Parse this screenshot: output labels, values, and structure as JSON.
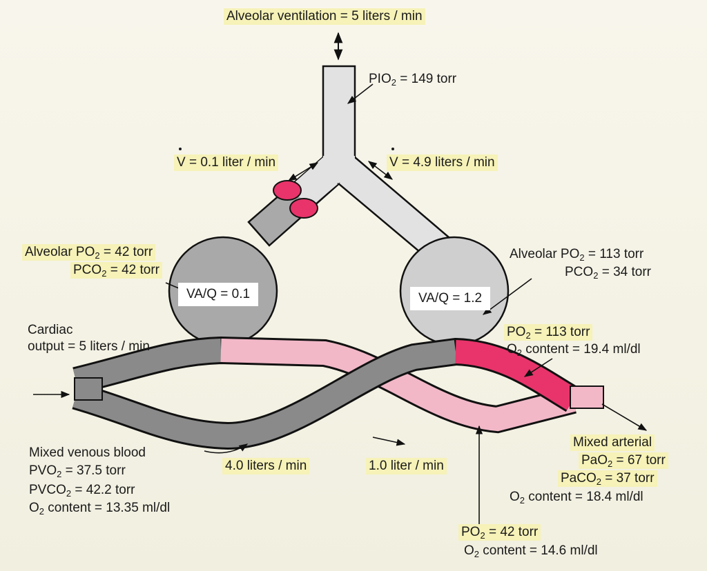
{
  "top": {
    "alveolar_ventilation": "Alveolar ventilation = 5 liters / min",
    "pio2_prefix": "PIO",
    "pio2_sub": "2",
    "pio2_value": " = 149 torr"
  },
  "branches": {
    "left_v": "V = 0.1 liter / min",
    "right_v": "V = 4.9 liters / min"
  },
  "left_alveolus": {
    "po2_prefix": "Alveolar PO",
    "po2_sub": "2",
    "po2_value": " = 42 torr",
    "pco2_prefix": "PCO",
    "pco2_sub": "2",
    "pco2_value": " = 42 torr",
    "vaq": "VA/Q = 0.1"
  },
  "right_alveolus": {
    "po2_prefix": "Alveolar PO",
    "po2_sub": "2",
    "po2_value": " = 113 torr",
    "pco2_prefix": "PCO",
    "pco2_sub": "2",
    "pco2_value": " = 34 torr",
    "vaq": "VA/Q = 1.2"
  },
  "cardiac": {
    "line1": "Cardiac",
    "line2": "output = 5 liters / min"
  },
  "right_capillary": {
    "po2_prefix": "PO",
    "po2_sub": "2",
    "po2_value": " = 113 torr",
    "o2_prefix": "O",
    "o2_sub": "2",
    "o2_value": " content = 19.4 ml/dl"
  },
  "mixed_venous": {
    "title": "Mixed venous blood",
    "pvo2_prefix": "PVO",
    "pvo2_sub": "2",
    "pvo2_value": " = 37.5 torr",
    "pvco2_prefix": "PVCO",
    "pvco2_sub": "2",
    "pvco2_value": " = 42.2 torr",
    "o2_prefix": "O",
    "o2_sub": "2",
    "o2_value": " content = 13.35 ml/dl"
  },
  "flows": {
    "left_flow": "4.0 liters / min",
    "right_flow": "1.0 liter / min"
  },
  "left_capillary_end": {
    "po2_prefix": "PO",
    "po2_sub": "2",
    "po2_value": " = 42 torr",
    "o2_prefix": "O",
    "o2_sub": "2",
    "o2_value": " content = 14.6 ml/dl"
  },
  "mixed_arterial": {
    "title": "Mixed arterial",
    "pao2_prefix": "PaO",
    "pao2_sub": "2",
    "pao2_value": " = 67 torr",
    "paco2_prefix": "PaCO",
    "paco2_sub": "2",
    "paco2_value": " = 37 torr",
    "o2_prefix": "O",
    "o2_sub": "2",
    "o2_value": " content = 18.4 ml/dl"
  },
  "colors": {
    "airway": "#e2e2e2",
    "alveolus": "#cfcfcf",
    "venous_gray": "#8a8a8a",
    "pink": "#f2b8c8",
    "bright_red": "#e8346a",
    "highlight": "#f6f2b8",
    "outline": "#111111"
  }
}
